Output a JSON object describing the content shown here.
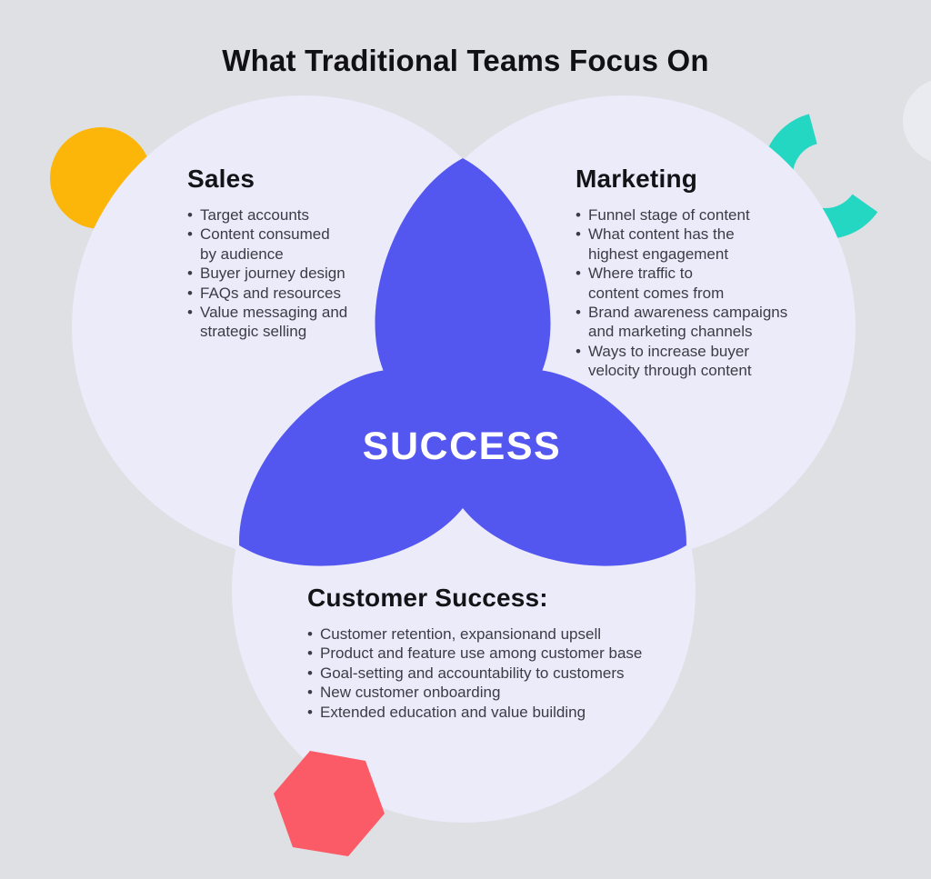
{
  "title": "What Traditional Teams Focus On",
  "ui": {
    "bullet_char": "•"
  },
  "center": {
    "label": "SUCCESS"
  },
  "sections": {
    "sales": {
      "heading": "Sales",
      "bullets": [
        "Target accounts",
        "Content consumed\nby audience",
        "Buyer journey design",
        "FAQs and resources",
        "Value messaging and\nstrategic selling"
      ]
    },
    "marketing": {
      "heading": "Marketing",
      "bullets": [
        "Funnel stage of content",
        "What content has the\nhighest engagement",
        "Where traffic to\ncontent comes from",
        "Brand awareness campaigns\nand marketing channels",
        "Ways to increase buyer\nvelocity through content"
      ]
    },
    "customer_success": {
      "heading": "Customer Success:",
      "bullets": [
        "Customer retention, expansionand upsell",
        "Product and feature use among customer base",
        "Goal-setting and accountability to customers",
        "New customer onboarding",
        "Extended education and value building"
      ]
    }
  },
  "colors": {
    "background": "#dfe0e4",
    "circle_fill": "#ebebf9",
    "accent_purple": "#5456f0",
    "yellow": "#fcb609",
    "teal": "#24d7c3",
    "red": "#fb5b67",
    "light_circle": "#eaebf0",
    "title_text": "#111114",
    "heading_text": "#141418",
    "body_text": "#3c3c46",
    "center_text": "#ffffff"
  }
}
